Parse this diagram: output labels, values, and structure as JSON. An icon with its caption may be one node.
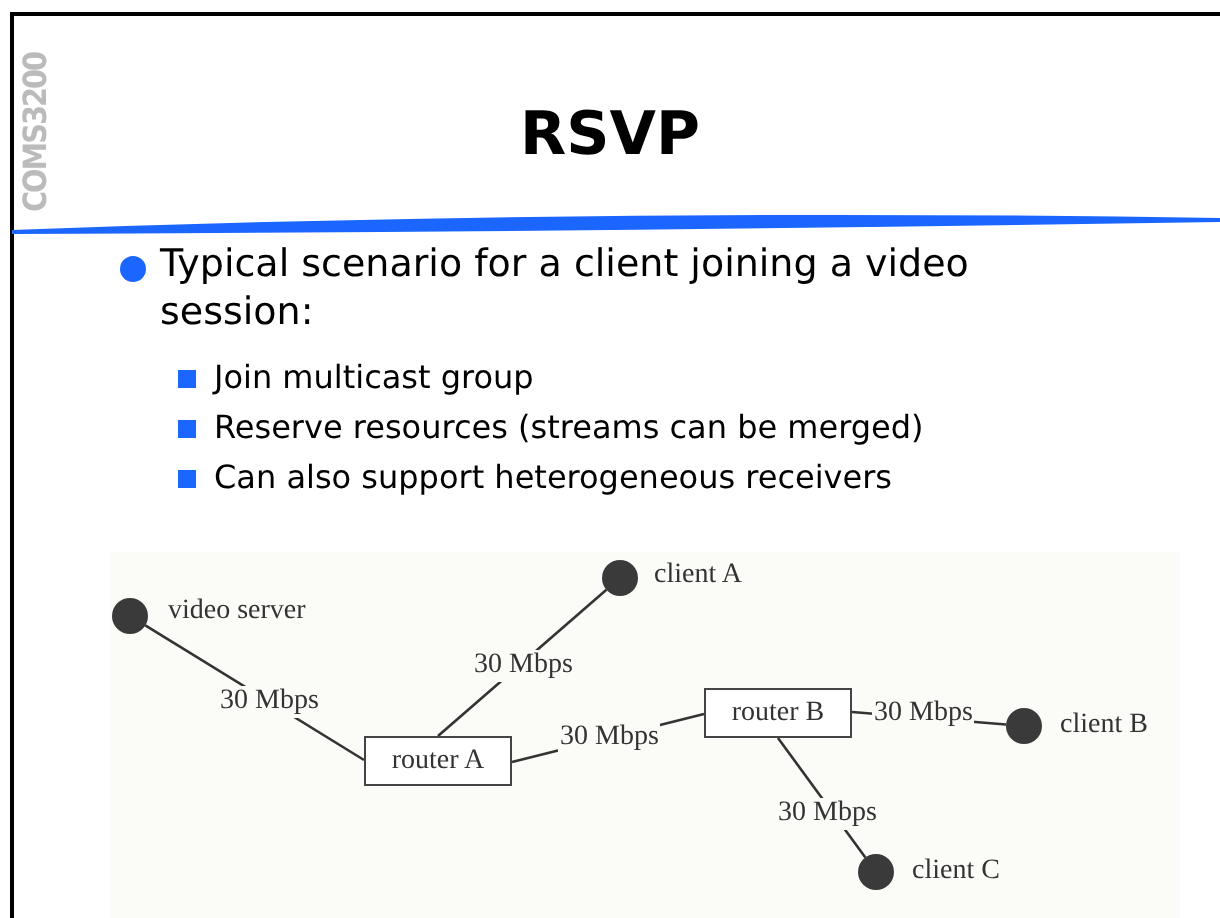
{
  "diagram": {
    "title": "RSVP",
    "nodes": [
      {
        "text": [],
        "shape": "circle",
        "beside": [
          "video server"
        ]
      },
      {
        "text": [],
        "shape": "circle",
        "beside": [
          "client A"
        ]
      },
      {
        "text": [
          "router A"
        ]
      },
      {
        "text": [
          "router B"
        ]
      },
      {
        "text": [],
        "shape": "circle",
        "beside": [
          "client B"
        ]
      },
      {
        "text": [],
        "shape": "circle",
        "beside": [
          "client C"
        ]
      }
    ],
    "edges": [
      {
        "from": 0,
        "to": 2,
        "arrow": "none",
        "label": "30 Mbps"
      },
      {
        "from": 2,
        "to": 1,
        "arrow": "none",
        "label": "30 Mbps"
      },
      {
        "from": 2,
        "to": 3,
        "arrow": "none",
        "label": "30 Mbps"
      },
      {
        "from": 3,
        "to": 4,
        "arrow": "none",
        "label": "30 Mbps"
      },
      {
        "from": 3,
        "to": 5,
        "arrow": "none",
        "label": "30 Mbps"
      }
    ],
    "labels": [
      "COMS3200",
      "Typical scenario for a client joining a video session:",
      "Join multicast group",
      "Reserve resources (streams can be merged)",
      "Can also support heterogeneous receivers"
    ]
  }
}
